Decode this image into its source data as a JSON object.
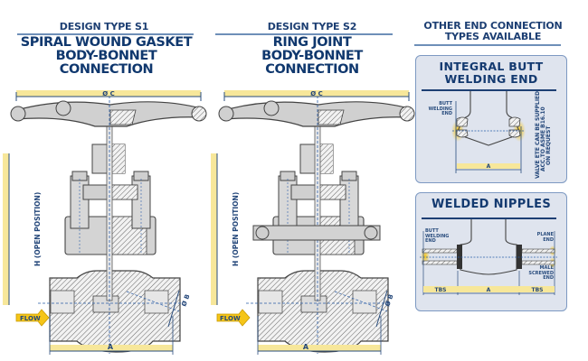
{
  "panels": [
    {
      "subtitle": "DESIGN TYPE S1",
      "title_lines": [
        "SPIRAL WOUND GASKET",
        "BODY-BONNET",
        "CONNECTION"
      ],
      "dims": {
        "top": "Ø C",
        "height": "H (OPEN POSITION)",
        "bore": "Ø B",
        "length": "A"
      },
      "flow_label": "FLOW"
    },
    {
      "subtitle": "DESIGN TYPE S2",
      "title_lines": [
        "RING JOINT",
        "BODY-BONNET",
        "CONNECTION"
      ],
      "dims": {
        "top": "Ø C",
        "height": "H (OPEN POSITION)",
        "bore": "Ø B",
        "length": "A"
      },
      "flow_label": "FLOW"
    }
  ],
  "other": {
    "heading_lines": [
      "OTHER END CONNECTION",
      "TYPES AVAILABLE"
    ],
    "integral": {
      "title_lines": [
        "INTEGRAL BUTT",
        "WELDING END"
      ],
      "end_label": [
        "BUTT",
        "WELDING",
        "END"
      ],
      "note_lines": [
        "VALVE ETE CAN BE SUPPLIED",
        "ACC.TO ASME B16.10",
        "ON REQUEST"
      ],
      "dim": "A"
    },
    "nipples": {
      "title": "WELDED NIPPLES",
      "left_label": [
        "BUTT",
        "WELDING",
        "END"
      ],
      "right_top_label": [
        "PLANE",
        "END"
      ],
      "right_bottom_label": [
        "MALE",
        "SCREWED",
        "END"
      ],
      "dims": [
        "TBS",
        "A",
        "TBS"
      ]
    }
  },
  "colors": {
    "navy": "#1d3f73",
    "dim_yellow": "#f7e79a",
    "accent_yellow": "#f5c518",
    "panel_bg": "#dfe4ee",
    "steel": "#c8c8c8"
  }
}
